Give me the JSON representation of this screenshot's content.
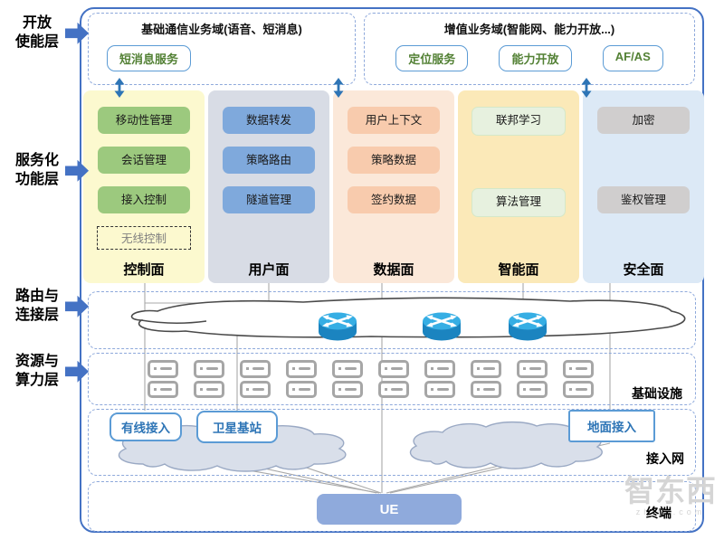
{
  "left_labels": [
    {
      "id": "open-enablement",
      "line1": "开放",
      "line2": "使能层"
    },
    {
      "id": "service-function",
      "line1": "服务化",
      "line2": "功能层"
    },
    {
      "id": "routing-connection",
      "line1": "路由与",
      "line2": "连接层"
    },
    {
      "id": "resource-computing",
      "line1": "资源与",
      "line2": "算力层"
    }
  ],
  "business_domains": [
    {
      "title": "基础通信业务域(语音、短消息)",
      "services": [
        "短消息服务"
      ]
    },
    {
      "title": "增值业务域(智能网、能力开放...)",
      "services": [
        "定位服务",
        "能力开放",
        "AF/AS"
      ]
    }
  ],
  "planes": [
    {
      "name": "控制面",
      "functions": [
        "移动性管理",
        "会话管理",
        "接入控制"
      ],
      "dashed_function": "无线控制"
    },
    {
      "name": "用户面",
      "functions": [
        "数据转发",
        "策略路由",
        "隧道管理"
      ]
    },
    {
      "name": "数据面",
      "functions": [
        "用户上下文",
        "策略数据",
        "签约数据"
      ]
    },
    {
      "name": "智能面",
      "functions": [
        "联邦学习",
        "算法管理"
      ]
    },
    {
      "name": "安全面",
      "functions": [
        "加密",
        "鉴权管理"
      ]
    }
  ],
  "infrastructure_layer": {
    "label": "基础设施",
    "server_count": 10,
    "router_count": 3
  },
  "access_layer": {
    "label": "接入网",
    "nodes": [
      "有线接入",
      "卫星基站",
      "地面接入"
    ]
  },
  "terminal_layer": {
    "label": "终端",
    "device": "UE"
  },
  "watermark": {
    "logo": "智东西",
    "domain": "zhidx.com"
  },
  "colors": {
    "frame_border": "#4472C4",
    "dashed_border": "#8EA9DB",
    "side_arrow": "#4472C4",
    "updown_arrow": "#2E75B6",
    "service_text": "#538135",
    "service_border": "#5B9BD5",
    "plane_control": "#FCF9CF",
    "plane_user": "#D8DCE5",
    "plane_data": "#FBE8D9",
    "plane_intelligence": "#FBE9B8",
    "plane_security": "#DCE9F6",
    "fn_green": "#9CC97E",
    "fn_blue": "#7FA9DC",
    "fn_orange": "#F8CBAD",
    "fn_pale_green": "#E7F1DF",
    "fn_gray": "#D0CECE",
    "ue_bg": "#8FAADC",
    "access_text": "#2E75B6",
    "router_blue": "#2FA8DF",
    "server_gray": "#A6A6A6",
    "wire_gray": "#A8A8A8"
  }
}
